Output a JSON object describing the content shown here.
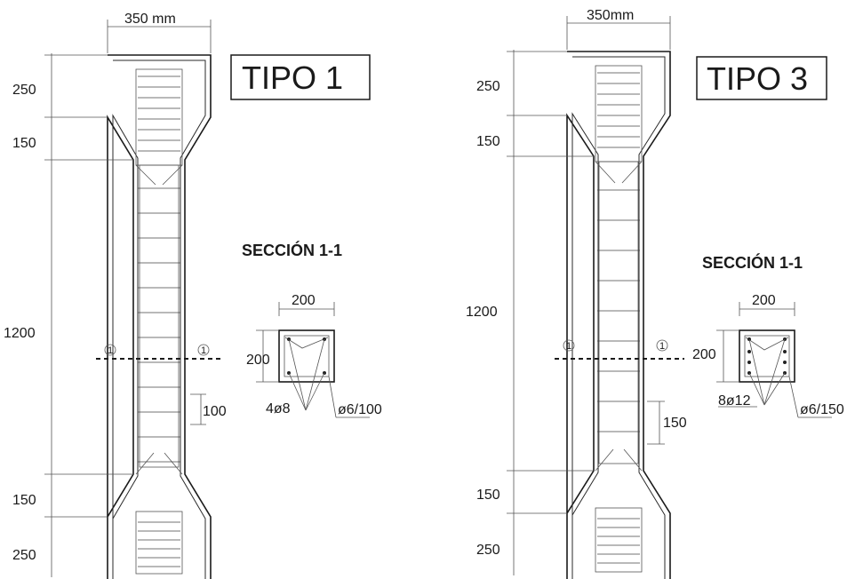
{
  "types": [
    {
      "title": "TIPO 1",
      "width_label": "350 mm",
      "dims": {
        "top_head": "250",
        "top_taper": "150",
        "shaft": "1200",
        "bottom_taper": "150",
        "bottom_head": "250"
      },
      "section_title": "SECCIÓN 1-1",
      "section_width": "200",
      "section_height": "200",
      "stirrup_spacing": "100",
      "main_bars": "4ø8",
      "stirrups": "ø6/100",
      "cut_marker": "1"
    },
    {
      "title": "TIPO 3",
      "width_label": "350mm",
      "dims": {
        "top_head": "250",
        "top_taper": "150",
        "shaft": "1200",
        "bottom_taper": "150",
        "bottom_head": "250"
      },
      "section_title": "SECCIÓN 1-1",
      "section_width": "200",
      "section_height": "200",
      "stirrup_spacing": "150",
      "main_bars": "8ø12",
      "stirrups": "ø6/150",
      "cut_marker": "1"
    }
  ]
}
